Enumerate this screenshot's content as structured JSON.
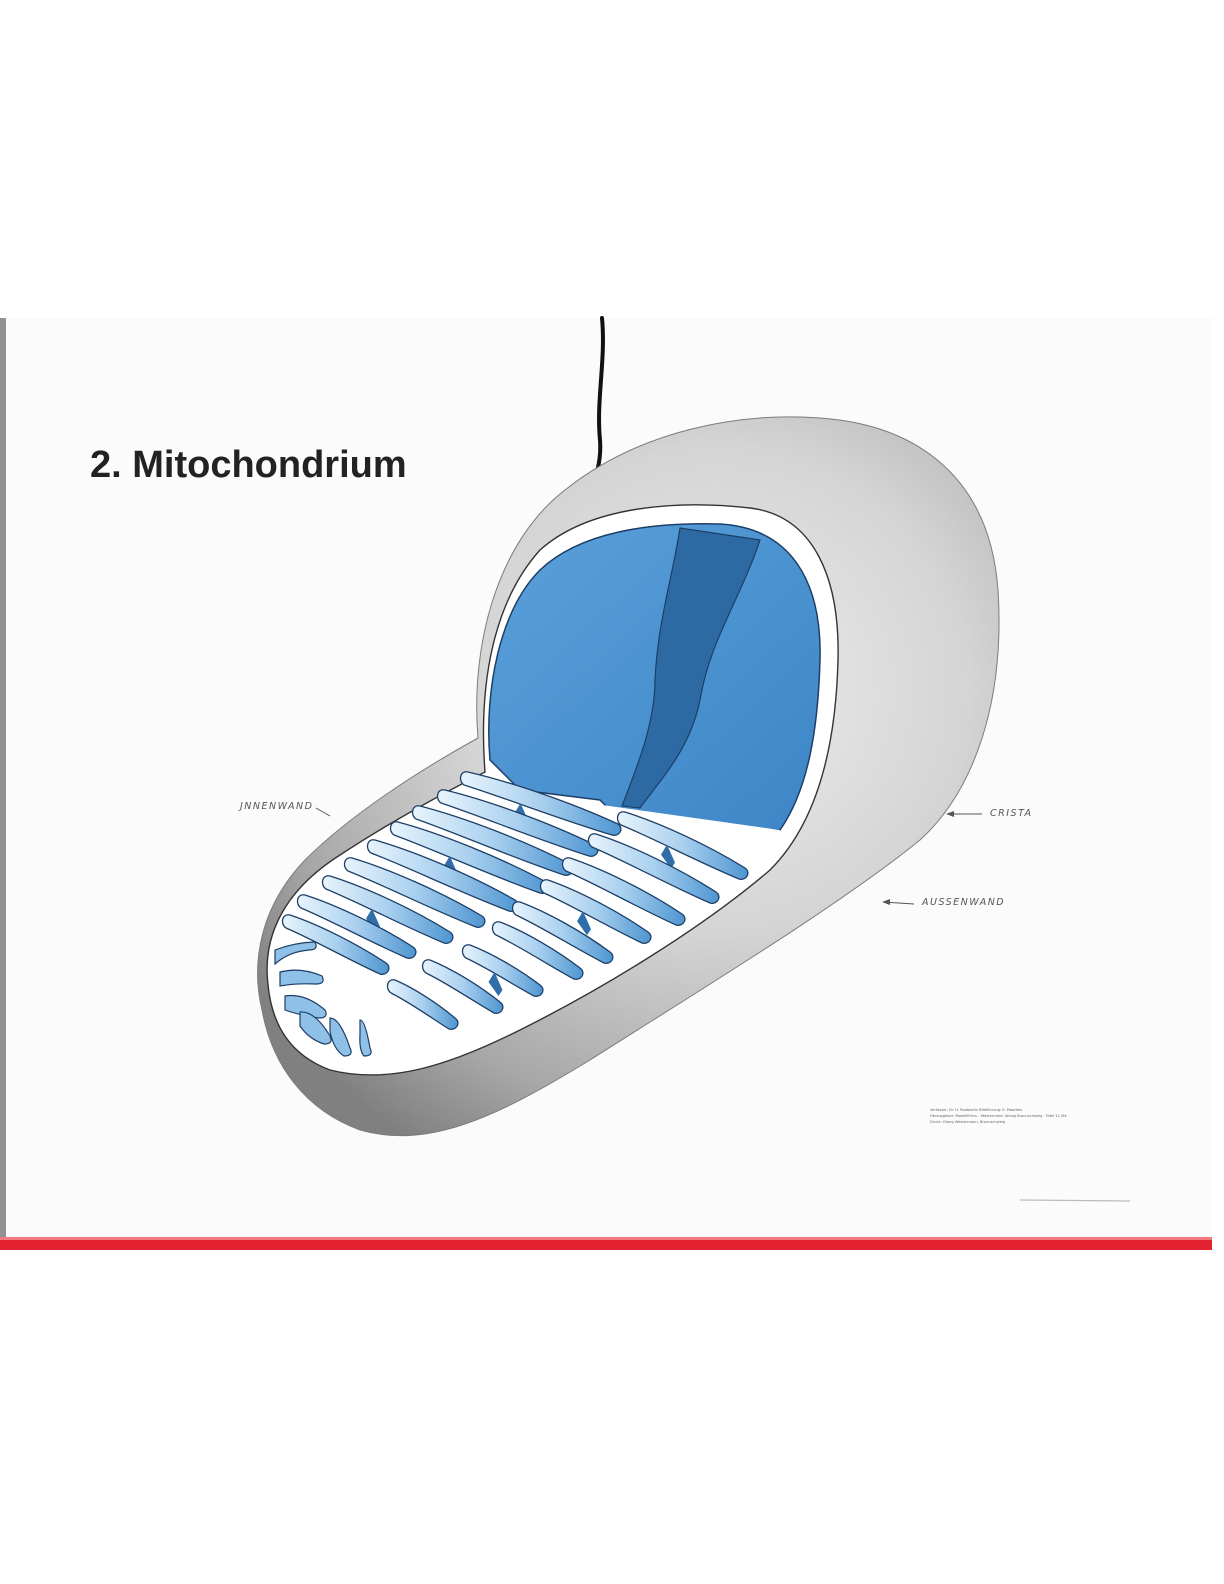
{
  "title": "2. Mitochondrium",
  "labels": {
    "innenwand": "JNNENWAND",
    "crista": "CRISTA",
    "aussenwand": "AUSSENWAND"
  },
  "credits": [
    "Verfasser: Dr. H. Roebbelin    Bildführung: E. Pobeltes",
    "Herausgeber: Modellfirma – Westermann Verlag Braunschweig · Tafel 12 /64",
    "Druck: Georg Westermann, Braunschweig"
  ],
  "colors": {
    "poster_background": "#fbfbfb",
    "bottom_bar": "#e2232f",
    "membrane_gray": "#9e9e9e",
    "matrix_blue": "#4f93cf",
    "matrix_dark_blue": "#2f6ea8",
    "crista_light": "#cfe6f7"
  }
}
